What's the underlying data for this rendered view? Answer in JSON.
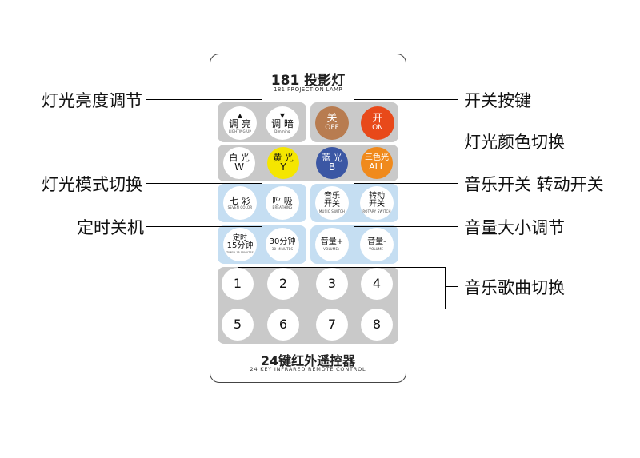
{
  "remote": {
    "title": "181 投影灯",
    "subtitle": "181 PROJECTION LAMP",
    "bottom_title": "24键红外遥控器",
    "bottom_subtitle": "24 KEY INFRARED REMOTE CONTROL"
  },
  "buttons": {
    "lighting_up": {
      "main": "调 亮",
      "sub": "LIGHTING UP",
      "symbol": "▲"
    },
    "dimming": {
      "main": "调 暗",
      "sub": "Dimming",
      "symbol": "▼"
    },
    "off": {
      "main": "关",
      "sub": "OFF"
    },
    "on": {
      "main": "开",
      "sub": "ON"
    },
    "white": {
      "main": "白 光",
      "sub": "W"
    },
    "yellow": {
      "main": "黄 光",
      "sub": "Y"
    },
    "blue": {
      "main": "蓝 光",
      "sub": "B"
    },
    "all": {
      "main": "三色光",
      "sub": "ALL"
    },
    "seven_color": {
      "main": "七 彩",
      "sub": "SEVEN COLOR"
    },
    "breathing": {
      "main": "呼 吸",
      "sub": "BREATHING"
    },
    "music_switch": {
      "main": "音乐",
      "main2": "开关",
      "sub": "MUSIC SWITCH"
    },
    "rotary_switch": {
      "main": "转动",
      "main2": "开关",
      "sub": "ROTARY SWITCH"
    },
    "timer15": {
      "main": "定时",
      "main2": "15分钟",
      "sub": "TIMED 15 MINUTES"
    },
    "timer30": {
      "main": "30分钟",
      "sub": "30 MINUTES"
    },
    "vol_up": {
      "main": "音量+",
      "sub": "VOLUME+"
    },
    "vol_down": {
      "main": "音量-",
      "sub": "VOLUME-"
    },
    "numbers": [
      "1",
      "2",
      "3",
      "4",
      "5",
      "6",
      "7",
      "8"
    ]
  },
  "labels": {
    "brightness": "灯光亮度调节",
    "mode": "灯光模式切换",
    "timer": "定时关机",
    "power": "开关按键",
    "color": "灯光颜色切换",
    "music_rotate": "音乐开关 转动开关",
    "volume": "音量大小调节",
    "song": "音乐歌曲切换"
  },
  "colors": {
    "off_button": "#b87c50",
    "on_button": "#e8491a",
    "yellow_button": "#f5e600",
    "blue_button": "#3b57a4",
    "all_button": "#f08a1c",
    "gray_panel": "#c9c9c9",
    "blue_panel": "#c5def2"
  }
}
